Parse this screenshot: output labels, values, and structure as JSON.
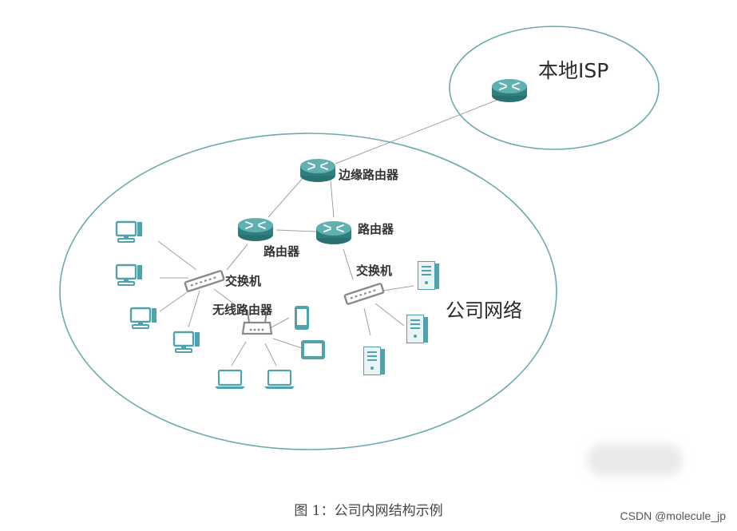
{
  "colors": {
    "ellipse_stroke": "#6aa9ae",
    "device_teal": "#4ea3ac",
    "router_dark": "#2f7f7f",
    "link_gray": "#9a9a9a",
    "switch_gray": "#8a8a8a"
  },
  "labels": {
    "isp_region": "本地ISP",
    "company_region": "公司网络",
    "edge_router": "边缘路由器",
    "router_left": "路由器",
    "router_right": "路由器",
    "switch_left": "交换机",
    "switch_right": "交换机",
    "wireless_router": "无线路由器"
  },
  "caption": "图 1：公司内网结构示例",
  "watermark": "CSDN @molecule_jp",
  "icons": {
    "router": "router-icon",
    "switch": "switch-icon",
    "desktop": "desktop-computer-icon",
    "server": "server-icon",
    "laptop": "laptop-icon",
    "phone": "smartphone-icon",
    "tablet": "tablet-icon",
    "wireless_router": "wireless-router-icon"
  }
}
